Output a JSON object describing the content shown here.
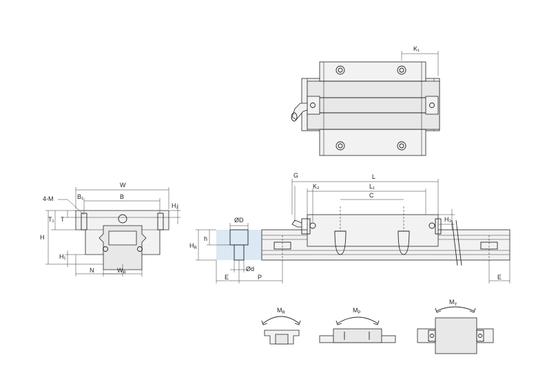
{
  "labels": {
    "K1": "K₁",
    "W": "W",
    "B1": "B₁",
    "B": "B",
    "M4": "4-M",
    "H2": "H₂",
    "T1": "T₁",
    "T": "T",
    "H": "H",
    "H1": "H₁",
    "N": "N",
    "WR": "W",
    "WR_sub": "R",
    "G": "G",
    "L": "L",
    "K2": "K₂",
    "L1": "L₁",
    "C": "C",
    "H3": "H₃",
    "phiD": "ØD",
    "HR": "H",
    "HR_sub": "R",
    "h": "h",
    "phid": "Ød",
    "E_left": "E",
    "P": "P",
    "E_right": "E",
    "MR": "M",
    "MR_sub": "R",
    "MP": "M",
    "MP_sub": "P",
    "MY": "M",
    "MY_sub": "Y"
  }
}
